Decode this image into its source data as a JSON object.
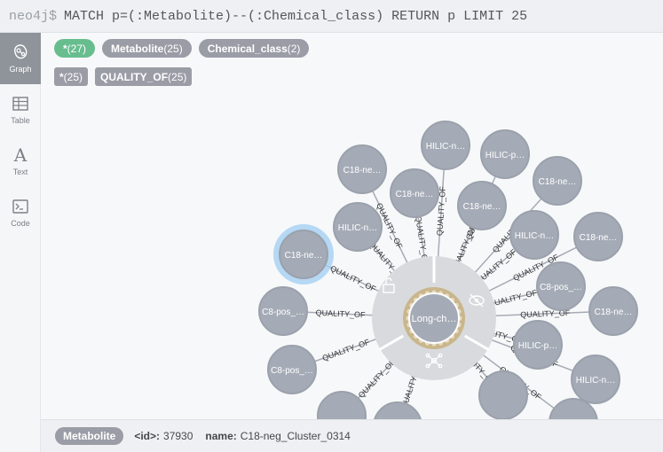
{
  "command": {
    "prompt": "neo4j$",
    "query": "MATCH p=(:Metabolite)--(:Chemical_class) RETURN p LIMIT 25"
  },
  "sidebar": {
    "items": [
      {
        "label": "Graph",
        "icon": "graph-icon",
        "active": true
      },
      {
        "label": "Table",
        "icon": "table-icon",
        "active": false
      },
      {
        "label": "Text",
        "icon": "text-icon",
        "active": false
      },
      {
        "label": "Code",
        "icon": "code-icon",
        "active": false
      }
    ]
  },
  "legend": {
    "node_labels": [
      {
        "label": "*",
        "count": "(27)",
        "color": "#68bd8e"
      },
      {
        "label": "Metabolite",
        "count": "(25)",
        "color": "#9a9ca6"
      },
      {
        "label": "Chemical_class",
        "count": "(2)",
        "color": "#9a9ca6"
      }
    ],
    "relationship_types": [
      {
        "label": "*",
        "count": "(25)"
      },
      {
        "label": "QUALITY_OF",
        "count": "(25)"
      }
    ]
  },
  "graph": {
    "center_node": "Long-ch…",
    "relationship_label": "QUALITY_OF",
    "nodes": [
      {
        "label": "HILIC-n…",
        "selected": false
      },
      {
        "label": "HILIC-p…",
        "selected": false
      },
      {
        "label": "C18-ne…",
        "selected": false
      },
      {
        "label": "C18-ne…",
        "selected": false
      },
      {
        "label": "C18-ne…",
        "selected": false
      },
      {
        "label": "C18-ne…",
        "selected": false
      },
      {
        "label": "HILIC-n…",
        "selected": false
      },
      {
        "label": "C18-ne…",
        "selected": false
      },
      {
        "label": "HILIC-n…",
        "selected": false
      },
      {
        "label": "C18-ne…",
        "selected": true
      },
      {
        "label": "C8-pos_…",
        "selected": false
      },
      {
        "label": "C8-pos_…",
        "selected": false
      },
      {
        "label": "C18-ne…",
        "selected": false
      },
      {
        "label": "C8-pos_…",
        "selected": false
      },
      {
        "label": "HILIC-p…",
        "selected": false
      },
      {
        "label": "HILIC-n…",
        "selected": false
      },
      {
        "label": "",
        "selected": false
      },
      {
        "label": "",
        "selected": false
      },
      {
        "label": "",
        "selected": false
      },
      {
        "label": "",
        "selected": false
      }
    ],
    "colors": {
      "node_fill": "#a5abb6",
      "node_stroke": "#9aa1ac",
      "ring": "#d9dadd",
      "edge": "#a5abb6",
      "center_fill": "#a5abb6",
      "center_border": "#c9b68c",
      "halo": "#9fcdf1"
    },
    "ring_icons": [
      "lock-icon",
      "hide-icon",
      "expand-icon"
    ]
  },
  "status": {
    "label": "Metabolite",
    "id_key": "<id>:",
    "id_value": "37930",
    "name_key": "name:",
    "name_value": "C18-neg_Cluster_0314"
  }
}
